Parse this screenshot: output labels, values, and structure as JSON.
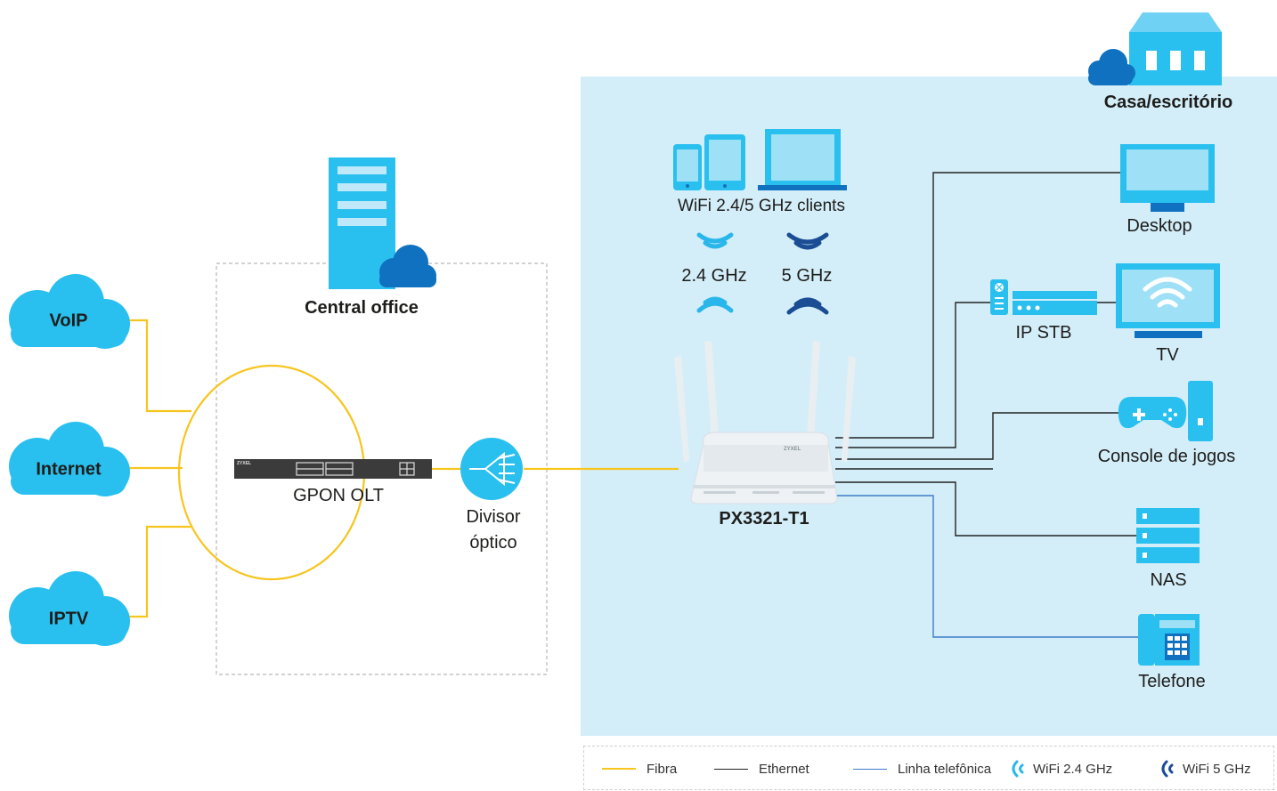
{
  "clouds": {
    "voip": "VoIP",
    "internet": "Internet",
    "iptv": "IPTV"
  },
  "central_office": {
    "label": "Central office",
    "olt_label": "GPON OLT",
    "olt_brand": "ZYXEL"
  },
  "splitter": {
    "line1": "Divisor",
    "line2": "óptico"
  },
  "home": {
    "label": "Casa/escritório",
    "wifi_clients": "WiFi 2.4/5 GHz clients",
    "band_24": "2.4 GHz",
    "band_5": "5 GHz",
    "router": "PX3321-T1",
    "router_brand": "ZYXEL"
  },
  "devices": {
    "desktop": "Desktop",
    "ip_stb": "IP STB",
    "tv": "TV",
    "console": "Console de jogos",
    "nas": "NAS",
    "phone": "Telefone"
  },
  "legend": {
    "fiber": "Fibra",
    "ethernet": "Ethernet",
    "phone_line": "Linha telefônica",
    "wifi24": "WiFi 2.4 GHz",
    "wifi5": "WiFi 5 GHz"
  },
  "colors": {
    "fiber": "#f7c51e",
    "ethernet": "#222222",
    "phone_line": "#3d7cc9",
    "wifi24": "#29b6ea",
    "wifi5": "#1a4d94",
    "cloud": "#29c0ef",
    "home_bg": "#d4eef9"
  }
}
